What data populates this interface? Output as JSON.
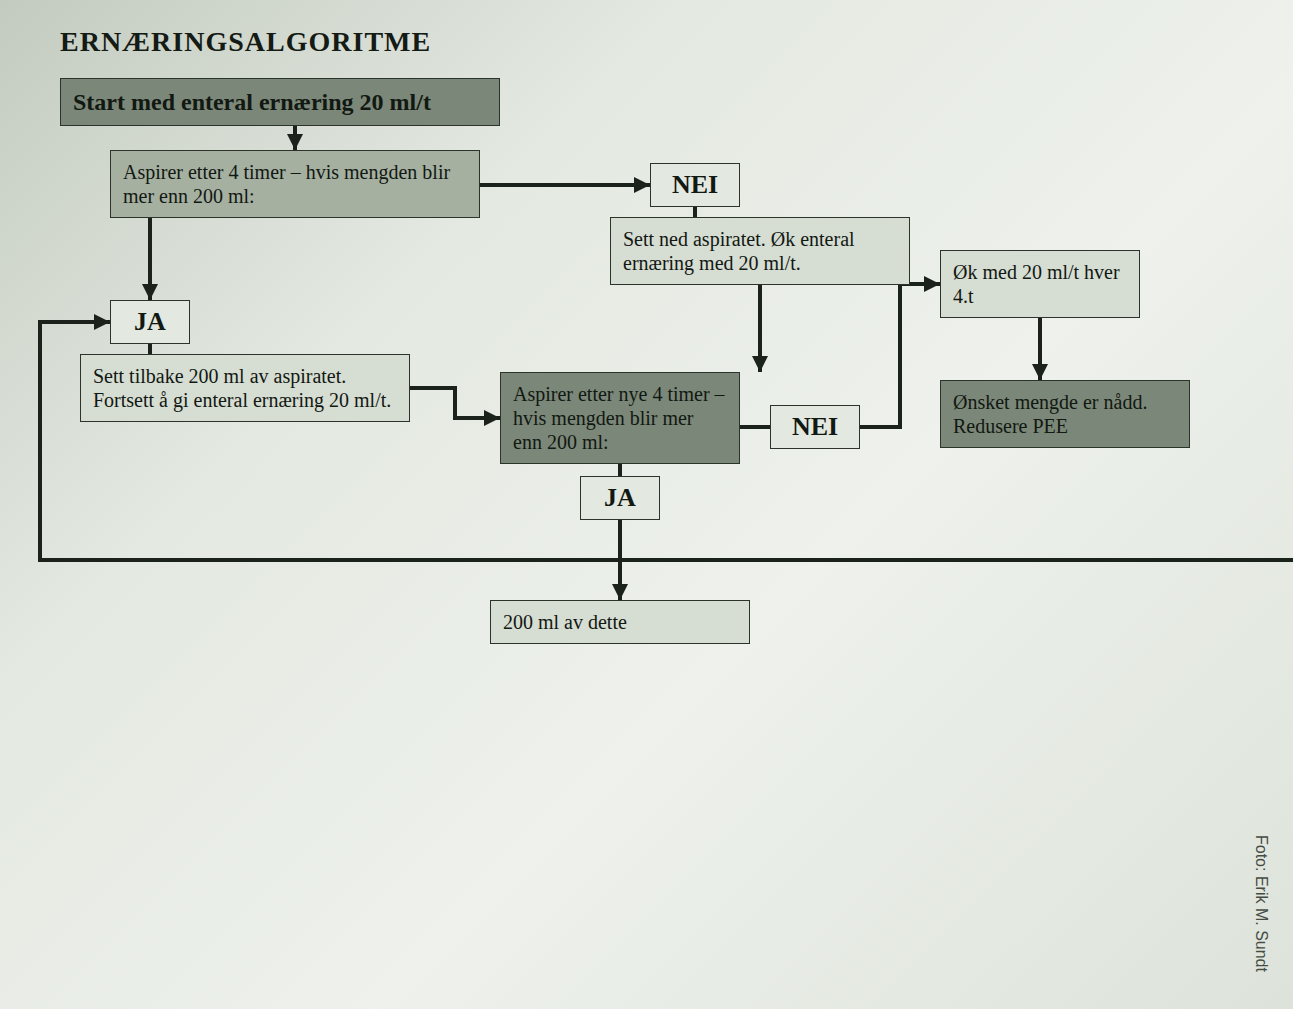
{
  "diagram": {
    "title": "ERNÆRINGSALGORITME",
    "nodes": [
      {
        "text": [
          "Start med enteral ernæring 20 ml/t"
        ]
      },
      {
        "text": [
          "Aspirer etter 4 timer – hvis mengden blir mer enn 200 ml:"
        ]
      },
      {
        "text": [
          "NEI"
        ]
      },
      {
        "text": [
          "Sett ned aspiratet. Øk enteral ernæring med 20 ml/t."
        ]
      },
      {
        "text": [
          "JA"
        ]
      },
      {
        "text": [
          "Sett tilbake 200 ml av aspiratet. Fortsett å gi enteral ernæring 20 ml/t."
        ]
      },
      {
        "text": [
          "Aspirer etter nye 4 timer – hvis mengden blir mer enn 200 ml:"
        ]
      },
      {
        "text": [
          "NEI"
        ]
      },
      {
        "text": [
          "Øk med 20 ml/t hver 4.t"
        ]
      },
      {
        "text": [
          "Ønsket mengde er nådd. Redusere PEE"
        ]
      },
      {
        "text": [
          "JA"
        ]
      },
      {
        "text": [
          "200 ml av dette"
        ]
      }
    ],
    "edges": [
      {
        "from": 0,
        "to": 1,
        "arrow": "to"
      },
      {
        "from": 1,
        "to": 2,
        "arrow": "to"
      },
      {
        "from": 1,
        "to": 4,
        "arrow": "to"
      },
      {
        "from": 2,
        "to": 3,
        "arrow": "none"
      },
      {
        "from": 4,
        "to": 5,
        "arrow": "none"
      },
      {
        "from": 3,
        "to": 6,
        "arrow": "to"
      },
      {
        "from": 5,
        "to": 6,
        "arrow": "to"
      },
      {
        "from": 6,
        "to": 7,
        "arrow": "none"
      },
      {
        "from": 7,
        "to": 8,
        "arrow": "to"
      },
      {
        "from": 8,
        "to": 9,
        "arrow": "to"
      },
      {
        "from": 6,
        "to": 10,
        "arrow": "none"
      },
      {
        "from": 10,
        "to": 11,
        "arrow": "to"
      }
    ],
    "labels": [
      "Foto: Erik M. Sundt"
    ]
  }
}
